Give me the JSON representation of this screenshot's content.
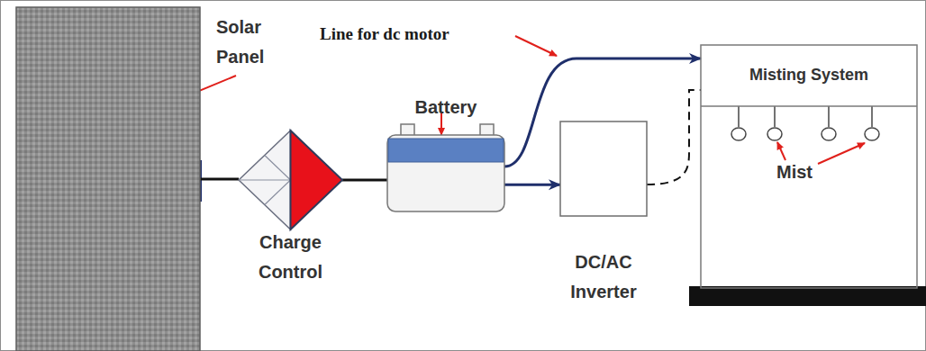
{
  "diagram": {
    "nodes": [
      {
        "text": [
          "Solar Panel"
        ]
      },
      {
        "text": [
          "Charge Control"
        ]
      },
      {
        "text": [
          "Battery"
        ]
      },
      {
        "text": [
          "DC/AC Inverter"
        ]
      },
      {
        "text": [
          "Misting System"
        ]
      }
    ],
    "edges": [
      {
        "from": 0,
        "to": 1,
        "arrow": "none"
      },
      {
        "from": 1,
        "to": 2,
        "arrow": "none"
      },
      {
        "from": 2,
        "to": 4,
        "arrow": "to"
      },
      {
        "from": 2,
        "to": 3,
        "arrow": "to"
      },
      {
        "from": 3,
        "to": 4,
        "arrow": "none"
      }
    ],
    "labels": [
      "Line for dc motor",
      "Mist"
    ]
  }
}
